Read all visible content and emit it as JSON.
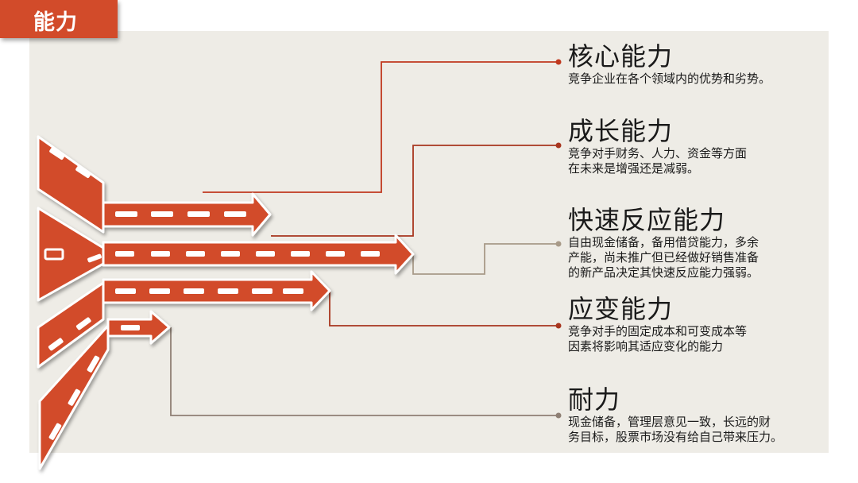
{
  "header": {
    "title": "能力"
  },
  "items": [
    {
      "name": "核心能力",
      "desc": "竞争企业在各个领域内的优势和劣势。",
      "color": "#c0391f"
    },
    {
      "name": "成长能力",
      "desc": "竞争对手财务、人力、资金等方面\n在未来是增强还是减弱。",
      "color": "#a8361f"
    },
    {
      "name": "快速反应能力",
      "desc": "自由现金储备，备用借贷能力，多余\n产能，尚未推广但已经做好销售准备\n的新产品决定其快速反应能力强弱。",
      "color": "#a89a88"
    },
    {
      "name": "应变能力",
      "desc": "竞争对手的固定成本和可变成本等\n因素将影响其适应变化的能力",
      "color": "#a8361f"
    },
    {
      "name": "耐力",
      "desc": "现金储备，管理层意见一致，长远的财\n务目标，股票市场没有给自己带来压力。",
      "color": "#8e7f74"
    }
  ],
  "colors": {
    "accent": "#d24b2a",
    "panel": "#eeece6"
  }
}
